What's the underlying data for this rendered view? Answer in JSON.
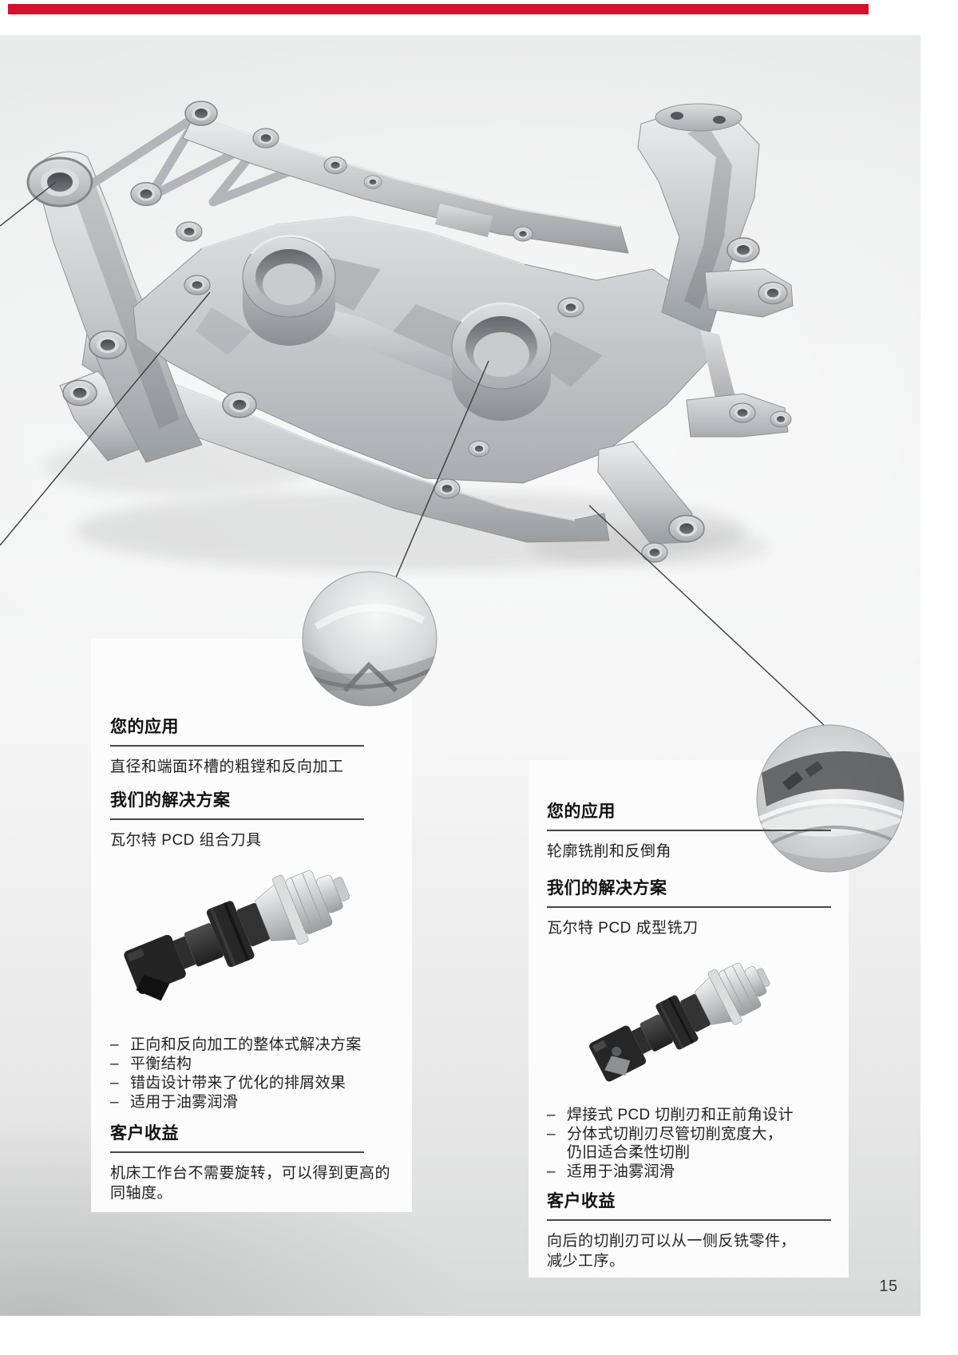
{
  "ui": {
    "accent_color": "#d6102d",
    "bullet_marker": "–",
    "page_number": "15"
  },
  "photo": {
    "subframe_alt": "aluminum chassis subframe 3D render",
    "detail_left_alt": "bore machining close-up detail",
    "detail_right_alt": "contour milling close-up detail"
  },
  "left_column": {
    "application": {
      "heading": "您的应用",
      "body": "直径和端面环槽的粗镗和反向加工"
    },
    "solution": {
      "heading": "我们的解决方案",
      "body": "瓦尔特 PCD 组合刀具",
      "tool_alt": "Walter PCD combination tool"
    },
    "bullets": [
      "正向和反向加工的整体式解决方案",
      "平衡结构",
      "错齿设计带来了优化的排屑效果",
      "适用于油雾润滑"
    ],
    "benefit": {
      "heading": "客户收益",
      "body": "机床工作台不需要旋转，可以得到更高的\n同轴度。"
    }
  },
  "right_column": {
    "application": {
      "heading": "您的应用",
      "body": "轮廓铣削和反倒角"
    },
    "solution": {
      "heading": "我们的解决方案",
      "body": "瓦尔特 PCD 成型铣刀",
      "tool_alt": "Walter PCD form milling cutter"
    },
    "bullets": [
      "焊接式 PCD 切削刃和正前角设计",
      "分体式切削刃尽管切削宽度大，\n仍旧适合柔性切削",
      "适用于油雾润滑"
    ],
    "benefit": {
      "heading": "客户收益",
      "body": "向后的切削刃可以从一侧反铣零件，\n减少工序。"
    }
  }
}
